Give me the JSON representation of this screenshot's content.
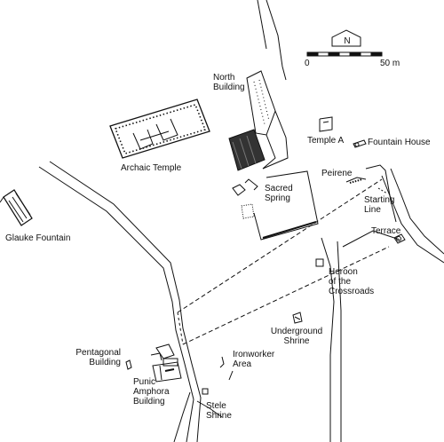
{
  "legend": {
    "north_letter": "N",
    "scale_start": "0",
    "scale_end": "50 m"
  },
  "labels": {
    "north_building": "North\nBuilding",
    "archaic_temple": "Archaic Temple",
    "temple_a": "Temple A",
    "fountain_house": "Fountain House",
    "peirene": "Peirene",
    "sacred_spring": "Sacred\nSpring",
    "starting_line": "Starting\nLine",
    "glauke_fountain": "Glauke Fountain",
    "terrace": "Terrace",
    "heroon": "Heroon\nof the\nCrossroads",
    "underground_shrine": "Underground\nShrine",
    "pentagonal_building": "Pentagonal\nBuilding",
    "ironworker_area": "Ironworker\nArea",
    "punic_amphora_building": "Punic\nAmphora\nBuilding",
    "stele_shrine": "Stele\nShrine"
  }
}
